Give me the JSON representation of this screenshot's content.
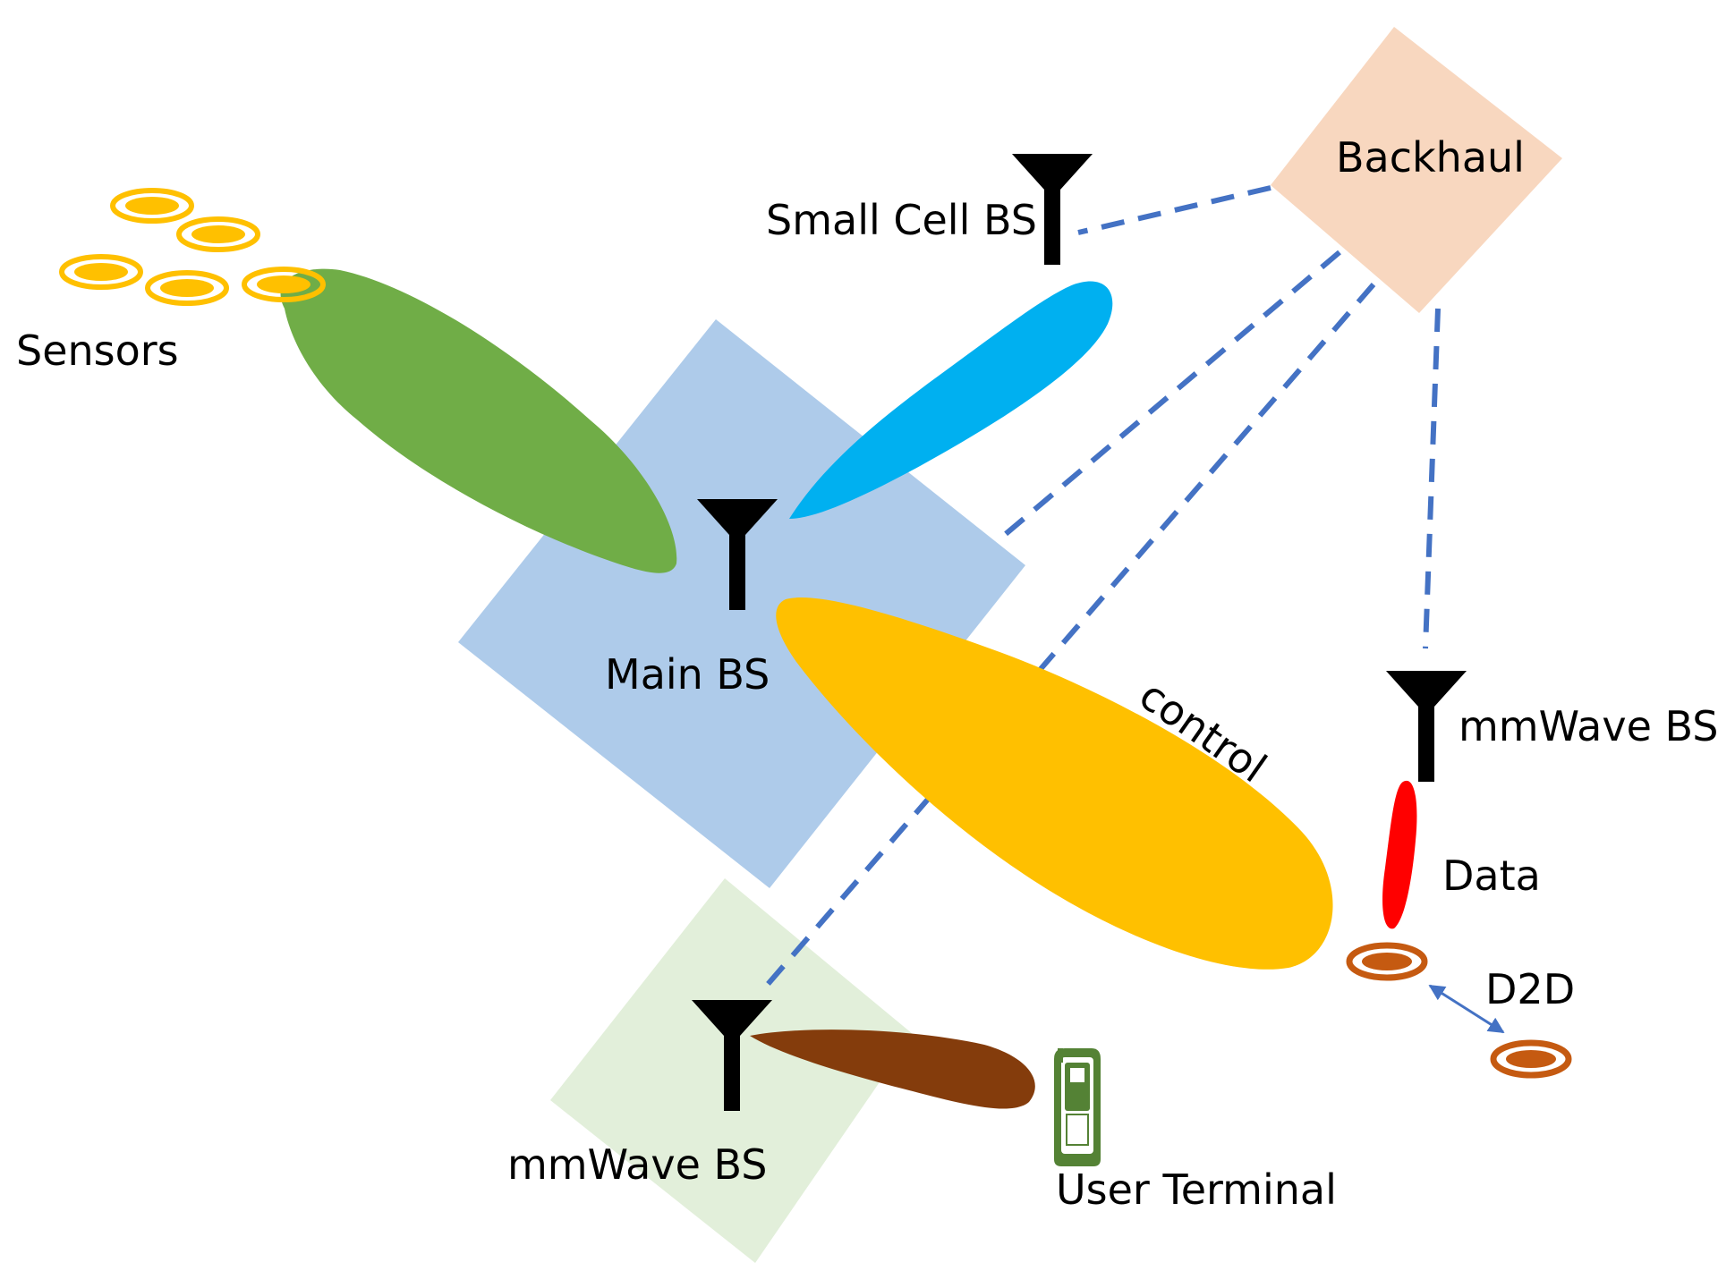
{
  "labels": {
    "sensors": "Sensors",
    "small_cell_bs": "Small Cell BS",
    "backhaul": "Backhaul",
    "main_bs": "Main BS",
    "control": "control",
    "mmwave_bs_right": "mmWave BS",
    "data": "Data",
    "d2d": "D2D",
    "mmwave_bs_bottom": "mmWave BS",
    "user_terminal": "User Terminal"
  },
  "colors": {
    "main_cell_area": "#AECBEA",
    "mmwave_cell_area": "#E2EFDA",
    "backhaul": "#F8D7BF",
    "sensor_beam": "#70AD47",
    "small_cell_beam": "#00B0F0",
    "control_beam": "#FFC000",
    "user_beam": "#843C0C",
    "data_beam": "#FF0000",
    "backhaul_link": "#4472C4",
    "sensor": "#FFC000",
    "d2d_device": "#C55A11",
    "user_terminal": "#548235",
    "antenna": "#000000"
  }
}
